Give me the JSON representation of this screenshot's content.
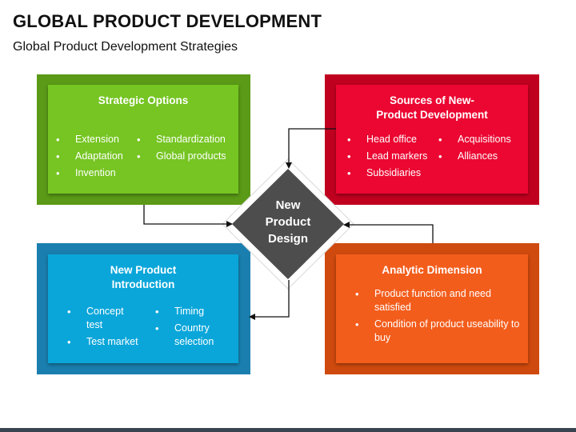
{
  "header": {
    "title": "GLOBAL PRODUCT DEVELOPMENT",
    "subtitle": "Global Product Development Strategies"
  },
  "colors": {
    "green_outer": "#5a9a17",
    "green_inner": "#76c523",
    "red_outer": "#c0001f",
    "red_inner": "#eb0732",
    "blue_outer": "#1a7fae",
    "blue_inner": "#0aa6da",
    "orange_outer": "#cf4a0e",
    "orange_inner": "#f35d1c",
    "diamond": "#4d4d4d"
  },
  "center": {
    "line1": "New",
    "line2": "Product",
    "line3": "Design"
  },
  "strategic_options": {
    "title": "Strategic Options",
    "col1": [
      "Extension",
      "Adaptation",
      "Invention"
    ],
    "col2": [
      "Standardization",
      "Global products"
    ]
  },
  "sources": {
    "title_line1": "Sources of New-",
    "title_line2": "Product Development",
    "col1": [
      "Head office",
      "Lead markers",
      "Subsidiaries"
    ],
    "col2": [
      "Acquisitions",
      "Alliances"
    ]
  },
  "introduction": {
    "title_line1": "New Product",
    "title_line2": "Introduction",
    "col1": [
      "Concept test",
      "Test market"
    ],
    "col2": [
      "Timing",
      "Country selection"
    ]
  },
  "analytic": {
    "title": "Analytic Dimension",
    "items": [
      "Product function and need satisfied",
      "Condition of product useability to buy"
    ]
  }
}
